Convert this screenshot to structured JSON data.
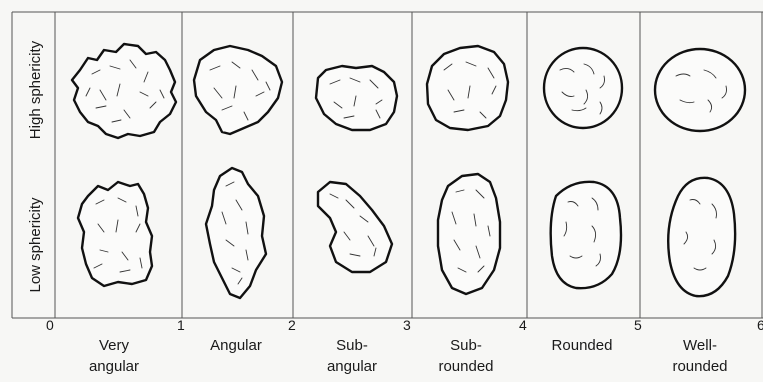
{
  "row_labels": [
    "High sphericity",
    "Low sphericity"
  ],
  "scale_ticks": [
    "0",
    "1",
    "2",
    "3",
    "4",
    "5",
    "6"
  ],
  "classes": [
    {
      "lines": [
        "Very",
        "angular"
      ]
    },
    {
      "lines": [
        "Angular"
      ]
    },
    {
      "lines": [
        "Sub-",
        "angular"
      ]
    },
    {
      "lines": [
        "Sub-",
        "rounded"
      ]
    },
    {
      "lines": [
        "Rounded"
      ]
    },
    {
      "lines": [
        "Well-",
        "rounded"
      ]
    }
  ]
}
